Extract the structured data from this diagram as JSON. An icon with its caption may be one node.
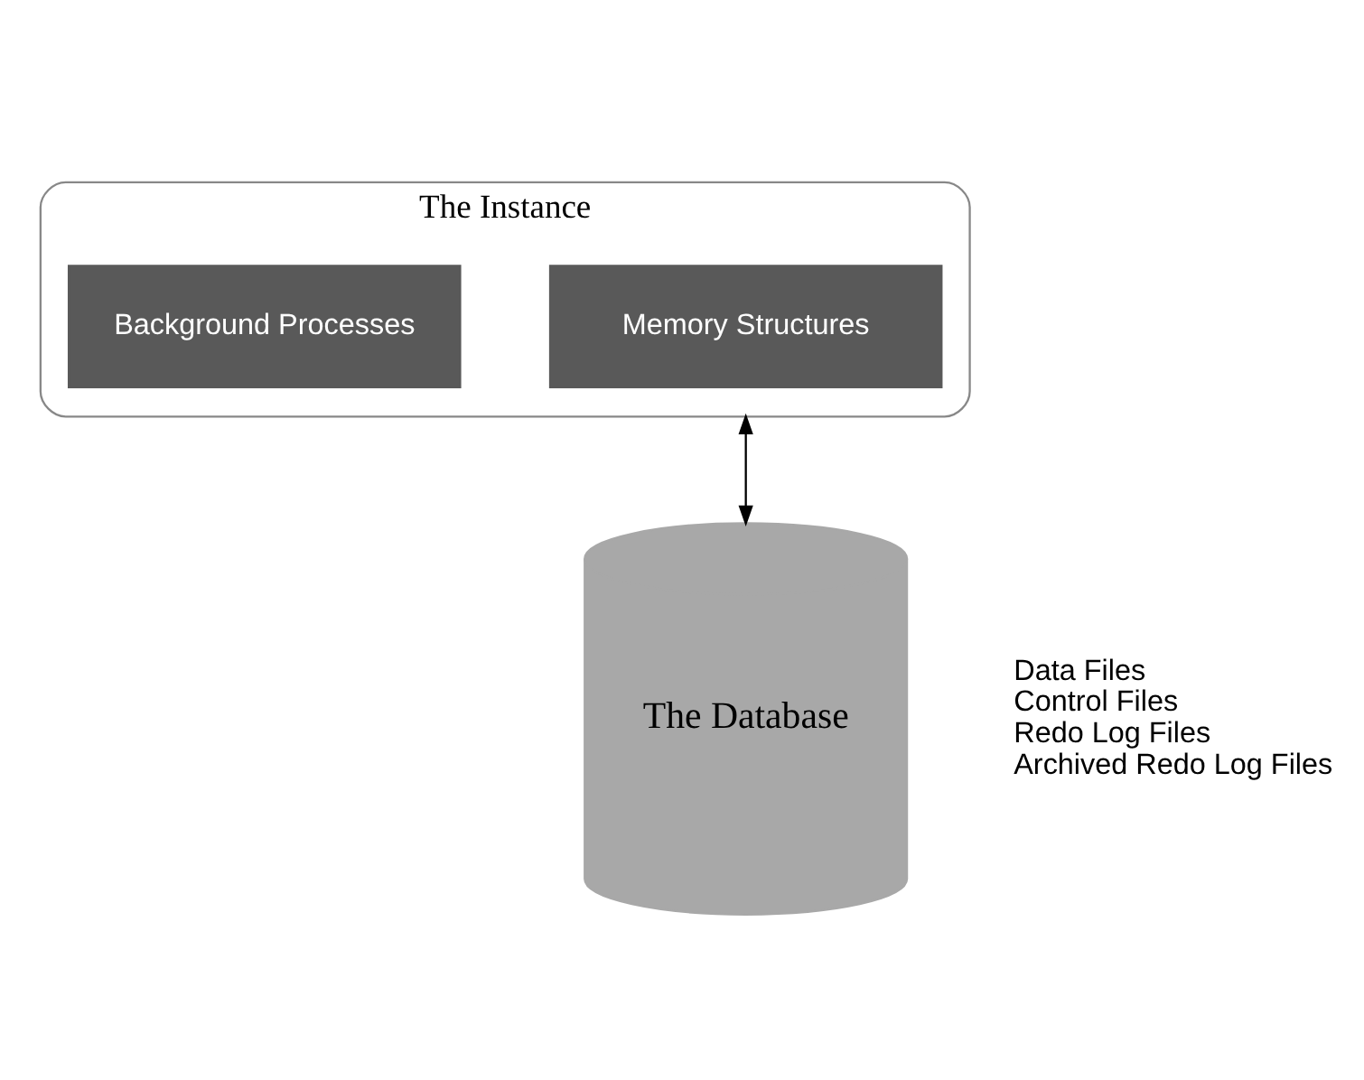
{
  "diagram": {
    "nodes": [
      {
        "text": [
          "The Instance"
        ]
      },
      {
        "text": [
          "Memory Structures"
        ],
        "in": 0
      },
      {
        "text": [
          "Background Processes"
        ],
        "in": 0
      },
      {
        "text": [
          "The Database"
        ],
        "beside": [
          "Data Files",
          "Control Files",
          "Redo Log Files",
          "Archived Redo Log Files"
        ]
      }
    ],
    "edges": [
      {
        "from": 0,
        "to": 3,
        "arrow": "both"
      }
    ]
  }
}
